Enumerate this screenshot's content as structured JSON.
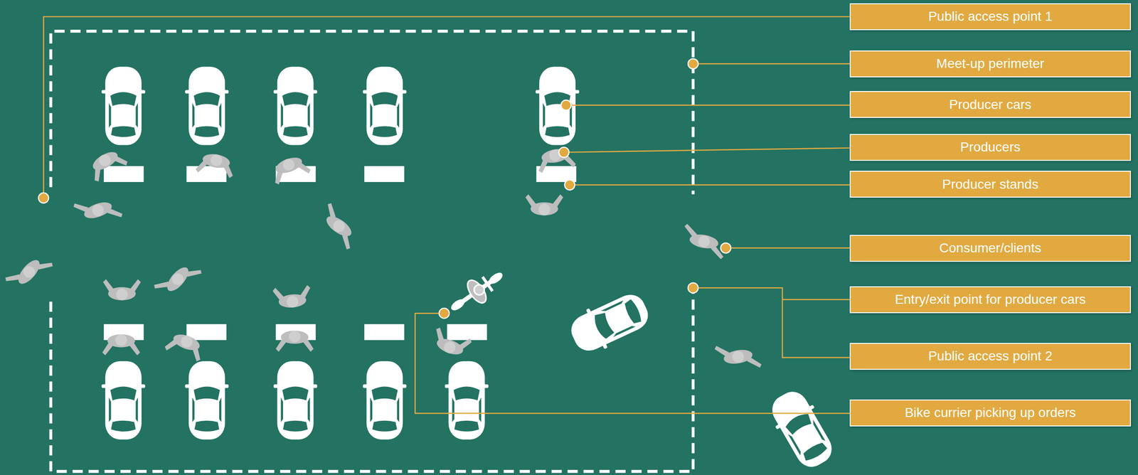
{
  "diagram": {
    "nodes": [
      {
        "text": [
          "Public access point 1"
        ]
      },
      {
        "text": [
          "Meet-up perimeter"
        ]
      },
      {
        "text": [
          "Producer cars"
        ]
      },
      {
        "text": [
          "Producers"
        ]
      },
      {
        "text": [
          "Producer stands"
        ]
      },
      {
        "text": [
          "Consumer/clients"
        ]
      },
      {
        "text": [
          "Entry/exit point for producer cars"
        ]
      },
      {
        "text": [
          "Public access point 2"
        ]
      },
      {
        "text": [
          "Bike currier picking up orders"
        ]
      }
    ],
    "edges": []
  }
}
